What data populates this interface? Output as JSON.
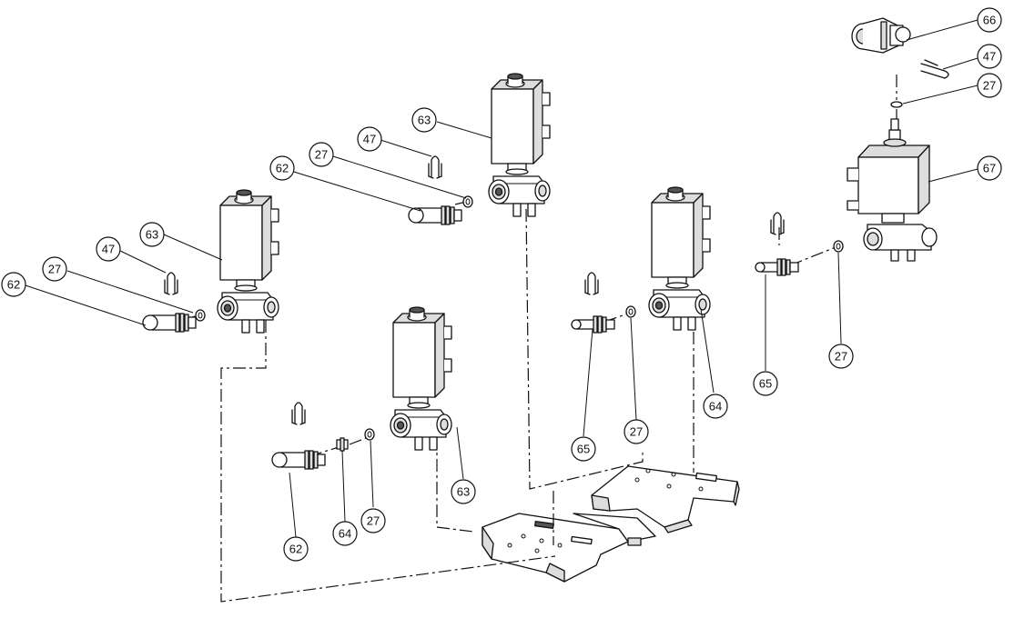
{
  "callouts": [
    {
      "id": "c66",
      "label": "66"
    },
    {
      "id": "c47a",
      "label": "47"
    },
    {
      "id": "c27a",
      "label": "27"
    },
    {
      "id": "c67",
      "label": "67"
    },
    {
      "id": "c63a",
      "label": "63"
    },
    {
      "id": "c47b",
      "label": "47"
    },
    {
      "id": "c27b",
      "label": "27"
    },
    {
      "id": "c62a",
      "label": "62"
    },
    {
      "id": "c63b",
      "label": "63"
    },
    {
      "id": "c47c",
      "label": "47"
    },
    {
      "id": "c27c",
      "label": "27"
    },
    {
      "id": "c62b",
      "label": "62"
    },
    {
      "id": "c27d",
      "label": "27"
    },
    {
      "id": "c65a",
      "label": "65"
    },
    {
      "id": "c64a",
      "label": "64"
    },
    {
      "id": "c27e",
      "label": "27"
    },
    {
      "id": "c65b",
      "label": "65"
    },
    {
      "id": "c63c",
      "label": "63"
    },
    {
      "id": "c27f",
      "label": "27"
    },
    {
      "id": "c64b",
      "label": "64"
    },
    {
      "id": "c62c",
      "label": "62"
    }
  ]
}
